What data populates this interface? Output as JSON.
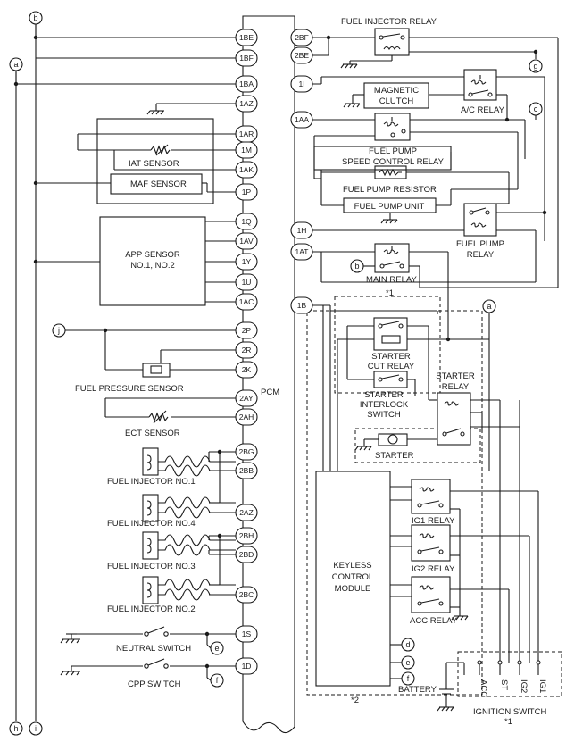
{
  "pcm_label": "PCM",
  "pins": {
    "BE1": "1BE",
    "BF1": "1BF",
    "BA1": "1BA",
    "AZ1": "1AZ",
    "AR1": "1AR",
    "M1": "1M",
    "AK1": "1AK",
    "P1": "1P",
    "Q1": "1Q",
    "AV1": "1AV",
    "Y1": "1Y",
    "U1": "1U",
    "AC1": "1AC",
    "P2": "2P",
    "R2": "2R",
    "K2": "2K",
    "AY2": "2AY",
    "AH2": "2AH",
    "BG2": "2BG",
    "BB2": "2BB",
    "AZ2": "2AZ",
    "BH2": "2BH",
    "BD2": "2BD",
    "BC2": "2BC",
    "S1": "1S",
    "D1": "1D",
    "BF2": "2BF",
    "BE2": "2BE",
    "I1": "1I",
    "AA1": "1AA",
    "H1": "1H",
    "AT1": "1AT",
    "B1": "1B"
  },
  "nodes": {
    "a": "a",
    "b": "b",
    "c": "c",
    "d": "d",
    "e": "e",
    "f": "f",
    "g": "g",
    "h": "h",
    "i": "i",
    "j": "j"
  },
  "labels": {
    "iat_sensor": "IAT SENSOR",
    "maf_sensor": "MAF SENSOR",
    "app_sensor_1": "APP SENSOR",
    "app_sensor_2": "NO.1, NO.2",
    "fuel_pressure_sensor": "FUEL PRESSURE SENSOR",
    "ect_sensor": "ECT SENSOR",
    "inj1": "FUEL INJECTOR NO.1",
    "inj4": "FUEL INJECTOR NO.4",
    "inj3": "FUEL INJECTOR NO.3",
    "inj2": "FUEL INJECTOR NO.2",
    "neutral_switch": "NEUTRAL SWITCH",
    "cpp_switch": "CPP SWITCH",
    "fuel_injector_relay": "FUEL INJECTOR RELAY",
    "magnetic_clutch_1": "MAGNETIC",
    "magnetic_clutch_2": "CLUTCH",
    "ac_relay": "A/C RELAY",
    "fuel_pump_speed_1": "FUEL PUMP",
    "fuel_pump_speed_2": "SPEED CONTROL RELAY",
    "fuel_pump_resistor": "FUEL PUMP RESISTOR",
    "fuel_pump_unit": "FUEL PUMP UNIT",
    "fuel_pump_relay_1": "FUEL PUMP",
    "fuel_pump_relay_2": "RELAY",
    "main_relay": "MAIN RELAY",
    "note1_top": "*1",
    "starter_cut_1": "STARTER",
    "starter_cut_2": "CUT RELAY",
    "starter_interlock_1": "STARTER",
    "starter_interlock_2": "INTERLOCK",
    "starter_interlock_3": "SWITCH",
    "starter_relay_1": "STARTER",
    "starter_relay_2": "RELAY",
    "starter": "STARTER",
    "keyless_1": "KEYLESS",
    "keyless_2": "CONTROL",
    "keyless_3": "MODULE",
    "ig1_relay": "IG1 RELAY",
    "ig2_relay": "IG2 RELAY",
    "acc_relay": "ACC RELAY",
    "note2": "*2",
    "battery": "BATTERY",
    "ignition_switch": "IGNITION SWITCH",
    "note1_bottom": "*1",
    "sw_acc": "ACC",
    "sw_st": "ST",
    "sw_ig2": "IG2",
    "sw_ig1": "IG1"
  }
}
